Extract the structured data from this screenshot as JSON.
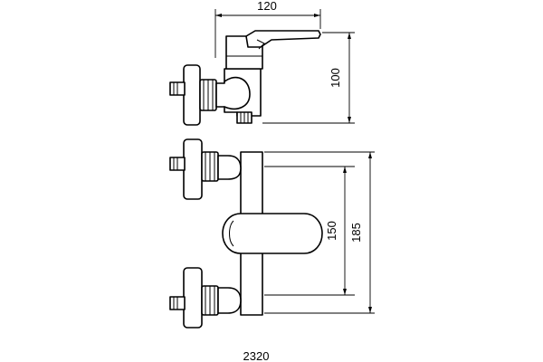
{
  "diagram": {
    "model_number": "2320",
    "dimensions": {
      "width_top": "120",
      "height_top": "100",
      "inner_height": "150",
      "outer_height": "185"
    },
    "colors": {
      "line": "#000000",
      "background": "#ffffff"
    }
  }
}
